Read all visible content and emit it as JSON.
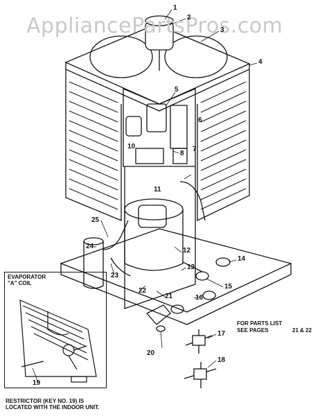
{
  "watermark": "AppliancePartsPros.com",
  "callouts": {
    "c1": "1",
    "c2": "2",
    "c3": "3",
    "c4": "4",
    "c5": "5",
    "c6": "6",
    "c7": "7",
    "c8": "8",
    "c10": "10",
    "c11": "11",
    "c12": "12",
    "c13": "13",
    "c14": "14",
    "c15": "15",
    "c16": "16",
    "c17": "17",
    "c18": "18",
    "c19": "19",
    "c20": "20",
    "c21": "21",
    "c22": "22",
    "c23": "23",
    "c24": "24",
    "c25": "25"
  },
  "inset": {
    "title_line1": "EVAPORATOR",
    "title_line2": "\"A\" COIL"
  },
  "parts_list_note": {
    "line1": "FOR PARTS LIST",
    "line2": "SEE PAGES",
    "pages": "21 & 22"
  },
  "restrictor_note": {
    "line1": "RESTRICTOR (KEY NO. 19) IS",
    "line2": "LOCATED WITH THE INDOOR UNIT."
  },
  "colors": {
    "ink": "#111111",
    "watermark": "#c9c9c9",
    "background": "#ffffff"
  }
}
